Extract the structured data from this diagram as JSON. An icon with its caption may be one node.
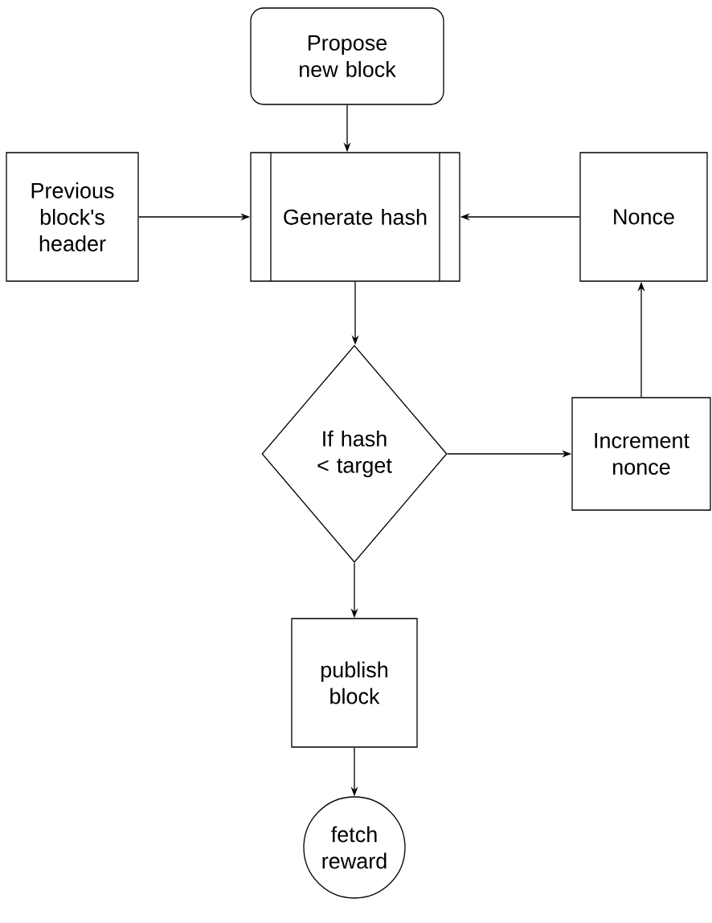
{
  "diagram": {
    "nodes": [
      {
        "text": [
          "Propose new block"
        ]
      },
      {
        "text": [
          "Previous block's header"
        ]
      },
      {
        "text": [
          "Generate hash"
        ]
      },
      {
        "text": [
          "Nonce"
        ]
      },
      {
        "text": [
          "If hash < target"
        ]
      },
      {
        "text": [
          "Increment nonce"
        ]
      },
      {
        "text": [
          "publish block"
        ]
      },
      {
        "text": [
          "fetch reward"
        ]
      }
    ],
    "edges": [
      {
        "from": 0,
        "to": 2,
        "arrow": "to"
      },
      {
        "from": 1,
        "to": 2,
        "arrow": "to"
      },
      {
        "from": 3,
        "to": 2,
        "arrow": "to"
      },
      {
        "from": 2,
        "to": 4,
        "arrow": "to"
      },
      {
        "from": 4,
        "to": 5,
        "arrow": "to"
      },
      {
        "from": 5,
        "to": 3,
        "arrow": "to"
      },
      {
        "from": 4,
        "to": 6,
        "arrow": "to"
      },
      {
        "from": 6,
        "to": 7,
        "arrow": "to"
      }
    ]
  }
}
